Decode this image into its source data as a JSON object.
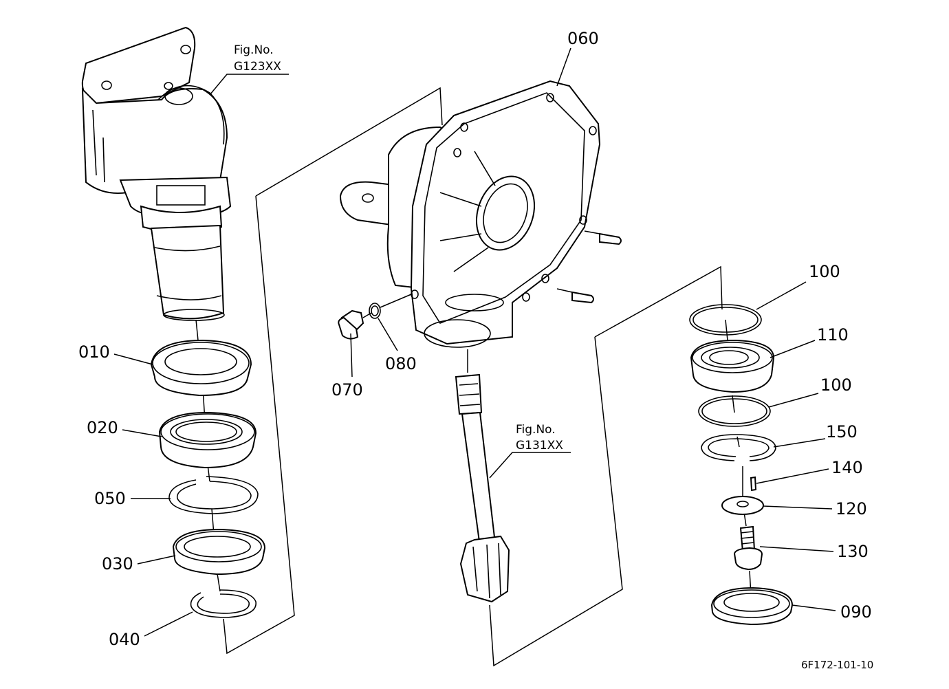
{
  "diagram": {
    "part_labels": {
      "p010": "010",
      "p020": "020",
      "p050": "050",
      "p030": "030",
      "p040": "040",
      "p060": "060",
      "p070": "070",
      "p080": "080",
      "p100a": "100",
      "p110": "110",
      "p100b": "100",
      "p150": "150",
      "p140": "140",
      "p120": "120",
      "p130": "130",
      "p090": "090"
    },
    "fig_refs": {
      "upper": {
        "title": "Fig.No.",
        "number": "G123XX"
      },
      "lower": {
        "title": "Fig.No.",
        "number": "G131XX"
      }
    },
    "drawing_code": "6F172-101-10"
  }
}
